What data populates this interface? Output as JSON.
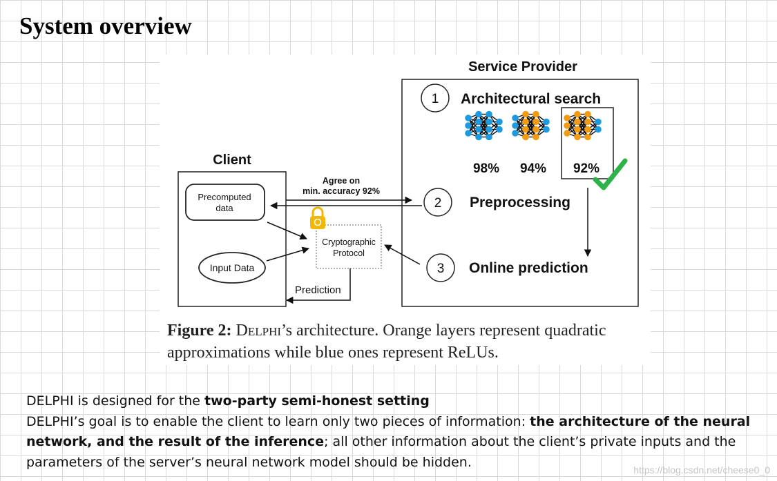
{
  "slide": {
    "title": "System overview"
  },
  "figure": {
    "service_provider_title": "Service Provider",
    "client_title": "Client",
    "steps": [
      {
        "number": "1",
        "label": "Architectural search"
      },
      {
        "number": "2",
        "label": "Preprocessing"
      },
      {
        "number": "3",
        "label": "Online prediction"
      }
    ],
    "networks": [
      {
        "accuracy": "98%",
        "layer_types": [
          "relu",
          "relu",
          "relu",
          "relu"
        ]
      },
      {
        "accuracy": "94%",
        "layer_types": [
          "relu",
          "quadratic",
          "quadratic",
          "relu"
        ]
      },
      {
        "accuracy": "92%",
        "layer_types": [
          "quadratic",
          "quadratic",
          "quadratic",
          "relu"
        ],
        "selected": true
      }
    ],
    "agree_line1": "Agree on",
    "agree_line2": "min. accuracy 92%",
    "precomputed_line1": "Precomputed",
    "precomputed_line2": "data",
    "input_data": "Input Data",
    "crypto_line1": "Cryptographic",
    "crypto_line2": "Protocol",
    "prediction": "Prediction",
    "colors": {
      "relu": "#1e9be0",
      "quadratic": "#f39c12",
      "check": "#2db34a",
      "lock": "#f2b705"
    }
  },
  "caption": {
    "label": "Figure 2:",
    "name": "Delphi",
    "text": "’s architecture. Orange layers represent quadratic approximations while blue ones represent ReLUs."
  },
  "notes": {
    "line1_prefix": "DELPHI is designed for the ",
    "line1_bold": "two-party semi-honest setting",
    "line2_prefix": "DELPHI’s goal is to enable the client to learn only two pieces of information: ",
    "line2_bold": "the architecture of the neural network, and the result of the inference",
    "line2_suffix": "; all other information about the client’s private inputs and the parameters of the server’s neural network model should be hidden."
  },
  "watermark": "https://blog.csdn.net/cheese0_0"
}
